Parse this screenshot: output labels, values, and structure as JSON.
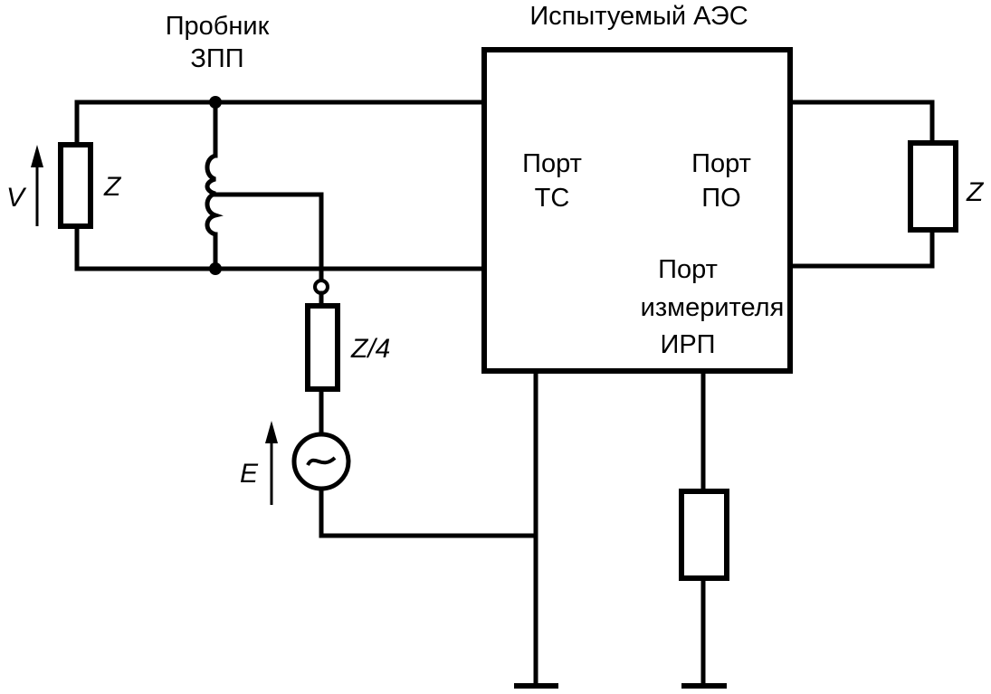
{
  "title": "Испытуемый АЭС",
  "probe": {
    "label_line1": "Пробник",
    "label_line2": "ЗПП"
  },
  "left_load": {
    "impedance_label": "Z",
    "voltage_label": "V"
  },
  "right_load": {
    "impedance_label": "Z"
  },
  "source": {
    "series_impedance_label": "Z/4",
    "emf_label": "E",
    "symbol": "~"
  },
  "eut": {
    "port_tc_line1": "Порт",
    "port_tc_line2": "ТС",
    "port_po_line1": "Порт",
    "port_po_line2": "ПО",
    "port_meter_line1": "Порт",
    "port_meter_line2": "измерителя",
    "port_meter_line3": "ИРП"
  }
}
